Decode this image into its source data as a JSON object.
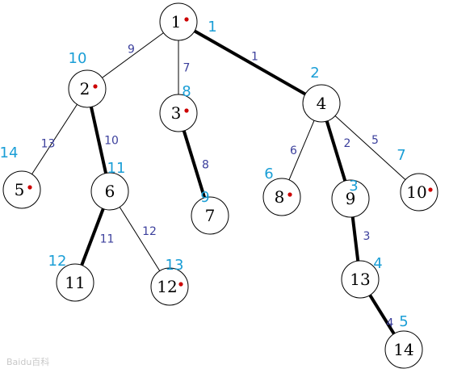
{
  "colors": {
    "node_stroke": "#000000",
    "edge_thin": "#000000",
    "edge_heavy": "#000000",
    "weight_text": "#3b3f9c",
    "order_text": "#1a9ed6",
    "marker_dot": "#cc0000"
  },
  "nodes": [
    {
      "id": "1",
      "label": "1",
      "order": "1",
      "marked": true
    },
    {
      "id": "2",
      "label": "2",
      "order": "10",
      "marked": true
    },
    {
      "id": "3",
      "label": "3",
      "order": "8",
      "marked": true
    },
    {
      "id": "4",
      "label": "4",
      "order": "2",
      "marked": false
    },
    {
      "id": "5",
      "label": "5",
      "order": "14",
      "marked": true
    },
    {
      "id": "6",
      "label": "6",
      "order": "11",
      "marked": false
    },
    {
      "id": "7",
      "label": "7",
      "order": "9",
      "marked": false
    },
    {
      "id": "8",
      "label": "8",
      "order": "6",
      "marked": true
    },
    {
      "id": "9",
      "label": "9",
      "order": "3",
      "marked": false
    },
    {
      "id": "10",
      "label": "10",
      "order": "7",
      "marked": true
    },
    {
      "id": "11",
      "label": "11",
      "order": "12",
      "marked": false
    },
    {
      "id": "12",
      "label": "12",
      "order": "13",
      "marked": true
    },
    {
      "id": "13",
      "label": "13",
      "order": "4",
      "marked": false
    },
    {
      "id": "14",
      "label": "14",
      "order": "5",
      "marked": false
    }
  ],
  "edges": [
    {
      "from": "1",
      "to": "2",
      "weight": "9",
      "heavy": false
    },
    {
      "from": "1",
      "to": "3",
      "weight": "7",
      "heavy": false
    },
    {
      "from": "1",
      "to": "4",
      "weight": "1",
      "heavy": true
    },
    {
      "from": "2",
      "to": "5",
      "weight": "13",
      "heavy": false
    },
    {
      "from": "2",
      "to": "6",
      "weight": "10",
      "heavy": true
    },
    {
      "from": "3",
      "to": "7",
      "weight": "8",
      "heavy": true
    },
    {
      "from": "4",
      "to": "8",
      "weight": "6",
      "heavy": false
    },
    {
      "from": "4",
      "to": "9",
      "weight": "2",
      "heavy": true
    },
    {
      "from": "4",
      "to": "10",
      "weight": "5",
      "heavy": false
    },
    {
      "from": "6",
      "to": "11",
      "weight": "11",
      "heavy": true
    },
    {
      "from": "6",
      "to": "12",
      "weight": "12",
      "heavy": false
    },
    {
      "from": "9",
      "to": "13",
      "weight": "3",
      "heavy": true
    },
    {
      "from": "13",
      "to": "14",
      "weight": "4",
      "heavy": true
    }
  ],
  "watermark": "Baidu百科"
}
